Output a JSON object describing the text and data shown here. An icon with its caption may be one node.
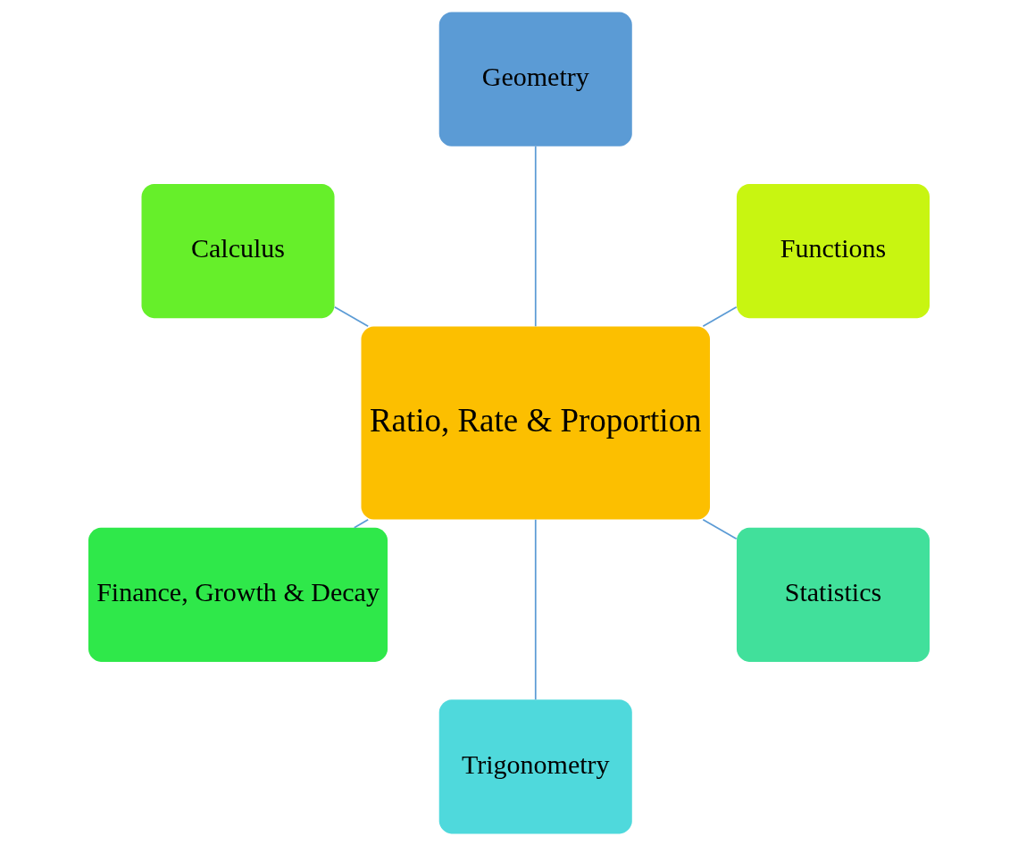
{
  "diagram": {
    "nodes": [
      {
        "text": [
          "Functions"
        ]
      },
      {
        "text": [
          "Geometry"
        ]
      },
      {
        "text": [
          "Calculus"
        ]
      },
      {
        "text": [
          "Ratio, Rate & Proportion"
        ]
      },
      {
        "text": [
          "Finance, Growth & Decay"
        ]
      },
      {
        "text": [
          "Trigonometry"
        ]
      },
      {
        "text": [
          "Statistics"
        ]
      }
    ],
    "edges": [
      {
        "from": 3,
        "to": 0,
        "arrow": "none"
      },
      {
        "from": 3,
        "to": 2,
        "arrow": "none"
      },
      {
        "from": 3,
        "to": 4,
        "arrow": "none"
      },
      {
        "from": 3,
        "to": 6,
        "arrow": "none"
      },
      {
        "from": 3,
        "to": 5,
        "arrow": "none"
      },
      {
        "from": 3,
        "to": 1,
        "arrow": "none"
      }
    ]
  }
}
